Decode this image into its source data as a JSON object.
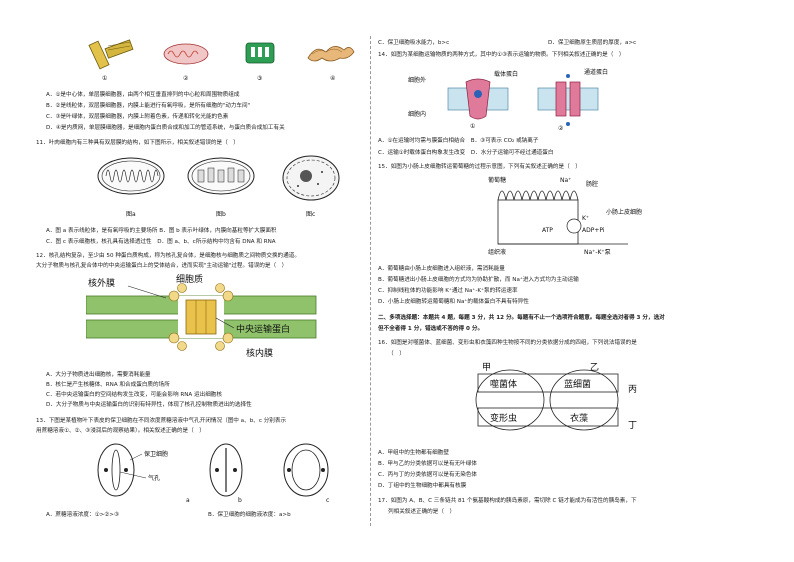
{
  "left": {
    "organelle_labels": [
      "①",
      "②",
      "③",
      "④"
    ],
    "q10": [
      "A．①是中心体，单层膜细胞器，由两个相互垂直排列的中心粒和周围物质组成",
      "B．②是线粒体，双层膜细胞器，内膜上能进行有氧呼吸，是所有细胞的\"动力车间\"",
      "C．③是叶绿体，双层膜细胞器，内膜上附着色素，传递和转化光能的色素",
      "D．④是内质网，单层膜细胞器，是细胞内蛋白质合成和加工的管道系统，与蛋白质合成加工有关"
    ],
    "q11": {
      "stem": "11．叶肉细胞内有三种具有双层膜的结构，如下图所示，相关叙述错误的是（　）",
      "fig_labels": [
        "图a",
        "图b",
        "图c"
      ],
      "options": [
        "A．图 a 表示线粒体，是有氧呼吸的主要场所 B．图 b 表示叶绿体，内膜向基粒等扩大膜面积",
        "C．图 c 表示细胞核，核孔具有选择透过性　D．图 a、b、c所示结构中均含有 DNA 和 RNA"
      ]
    },
    "q12": {
      "stem": [
        "12．核孔结构复杂，至少由 50 种蛋白质构成，称为核孔复合体，是细胞核与细胞质之间物质交换的通道。",
        "大分子物质与核孔复合体中的中央运输蛋白上的受体结合，进而实现\"主动运输\"过程。错误的是（　）"
      ],
      "fig_labels": {
        "outer": "核外膜",
        "cyto": "细胞质",
        "transport": "中央运输蛋白",
        "inner": "核内膜"
      },
      "options": [
        "A．大分子物质进出细胞核，需要消耗能量",
        "B．核仁是产生核糖体、RNA 和合成蛋白质的场所",
        "C．若中央运输蛋白的空间结构发生改变，可能会影响 RNA 运出细胞核",
        "D．大分子物质与中央运输蛋白的识别有特异性，体现了核孔控制物质进出的选择性"
      ]
    },
    "q13": {
      "stem": [
        "13．下图是某植物叶下表皮的保卫细胞在不同浓度蔗糖溶液中气孔开闭情况（图中 a、b、c 分别表示",
        "用蔗糖溶液①、②、③浸润后的观察结果）。相关叙述正确的是（　）"
      ],
      "fig_labels": {
        "guard": "保卫细胞",
        "stoma": "气孔",
        "a": "a",
        "b": "b",
        "c": "c"
      },
      "options": [
        "A．蔗糖溶液浓度：①>②>③",
        "B．保卫细胞的细胞液浓度：a>b"
      ]
    }
  },
  "right": {
    "q13_tail": [
      "C．保卫细胞吸水能力，b>c",
      "D．保卫细胞原生质层的厚度，a>c"
    ],
    "q14": {
      "stem": "14．如图为某细胞运输物质的两种方式，其中的①③表示运输的物质。下列相关叙述正确的是（　）",
      "fig_labels": {
        "outer": "细胞外",
        "inner": "细胞内",
        "carrier": "载体蛋白",
        "channel": "通道蛋白",
        "1": "①",
        "2": "②"
      },
      "options": [
        "A．①在运输时均需与膜蛋白相结合　B．③可表示 CO₂ 或钠离子",
        "C．运输①时载体蛋白构象发生改变　D．水分子运输可不经过通道蛋白"
      ]
    },
    "q15": {
      "stem": "15．如图为小肠上皮细胞转运葡萄糖的过程示意图，下列有关叙述正确的是（　）",
      "fig_labels": {
        "glucose": "葡萄糖",
        "lumen": "肠腔",
        "cell": "小肠上皮细胞",
        "tissue": "组织液",
        "pump": "Na⁺-K⁺泵",
        "na": "Na⁺",
        "k": "K⁺",
        "atp": "ATP",
        "adp": "ADP+Pi"
      },
      "options": [
        "A．葡萄糖由小肠上皮细胞进入组织液，需消耗能量",
        "B．葡萄糖进出小肠上皮细胞的方式均为协助扩散，而 Na⁺进入方式均为主动运输",
        "C．抑制线粒体的功能影响 K⁺通过 Na⁺-K⁺泵的转运速率",
        "D．小肠上皮细胞转运葡萄糖和 Na⁺的载体蛋白不具有特异性"
      ]
    },
    "section2": [
      "二、多项选择题：本题共 4 题，每题 3 分，共 12 分。每题有不止一个选项符合题意。每题全选对者得 3 分，选对",
      "但不全者得 1 分，错选或不答的得 0 分。"
    ],
    "q16": {
      "stem": "16．如图是对噬菌体、蓝细菌、变形虫和衣藻四种生物按不同的分类依据分成的四组，下列说法错误的是",
      "stem2": "（　）",
      "labels": {
        "jia": "甲",
        "yi": "乙",
        "bing": "丙",
        "ding": "丁"
      },
      "cells": [
        "噬菌体",
        "蓝细菌",
        "变形虫",
        "衣藻"
      ],
      "options": [
        "A．甲组中的生物都有细胞壁",
        "B．甲与乙的分类依据可以是有无叶绿体",
        "C．丙与丁的分类依据可以是有无染色体",
        "D．丁组中的生物细胞中都具有核膜"
      ]
    },
    "q17": [
      "17．如图为 A、B、C 三条链共 81 个氨基酸构成的胰岛素原，需切除 C 链才能成为有活性的胰岛素，下",
      "列相关叙述正确的是（　）"
    ]
  }
}
